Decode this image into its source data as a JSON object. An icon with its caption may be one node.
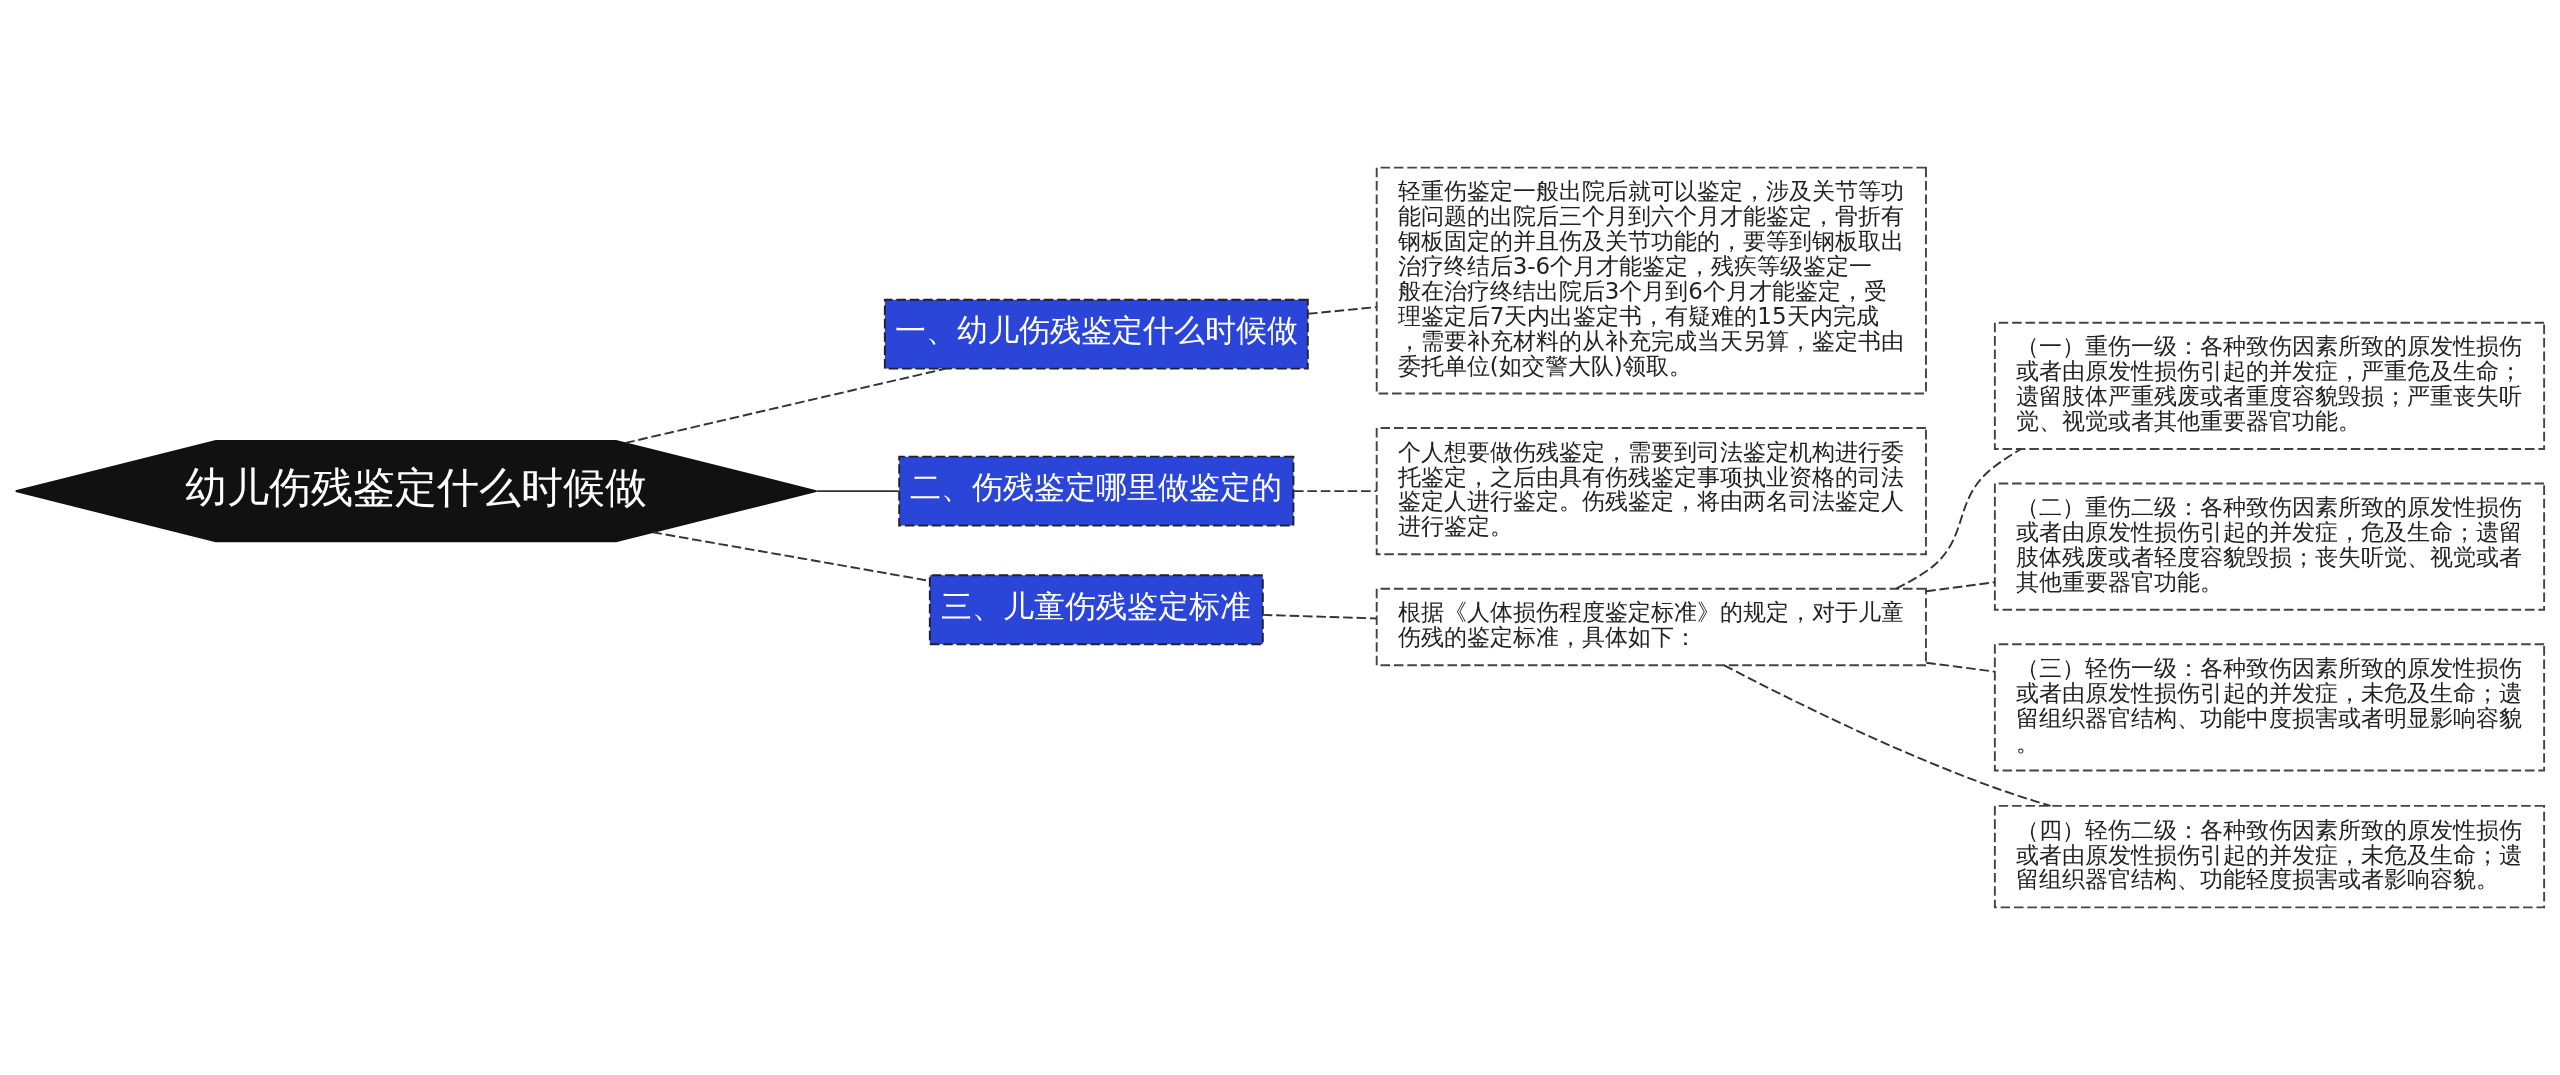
{
  "diagram": {
    "nodes": [
      {
        "text": [
          "幼儿伤残鉴定什么时候做"
        ]
      },
      {
        "text": [
          "一、幼儿伤残鉴定什么时候做"
        ]
      },
      {
        "text": [
          "轻重伤鉴定一般出院后就可以鉴定，涉及关节等功能问题的出院后三个月到六个月才能鉴定，骨折有钢板固定的并且伤及关节功能的，要等到钢板取出治疗终结后3-6个月才能鉴定，残疾等级鉴定一般在治疗终结出院后3个月到6个月才能鉴定，受理鉴定后7天内出鉴定书，有疑难的15天内完成，需要补充材料的从补充完成当天另算，鉴定书由委托单位(如交警大队)领取。"
        ]
      },
      {
        "text": [
          "二、伤残鉴定哪里做鉴定的"
        ]
      },
      {
        "text": [
          "个人想要做伤残鉴定，需要到司法鉴定机构进行委托鉴定，之后由具有伤残鉴定事项执业资格的司法鉴定人进行鉴定。伤残鉴定，将由两名司法鉴定人进行鉴定。"
        ]
      },
      {
        "text": [
          "三、儿童伤残鉴定标准"
        ]
      },
      {
        "text": [
          "根据《人体损伤程度鉴定标准》的规定，对于儿童伤残的鉴定标准，具体如下："
        ]
      },
      {
        "text": [
          "（一）重伤一级：各种致伤因素所致的原发性损伤或者由原发性损伤引起的并发症，严重危及生命；遗留肢体严重残废或者重度容貌毁损；严重丧失听觉、视觉或者其他重要器官功能。"
        ]
      },
      {
        "text": [
          "（二）重伤二级：各种致伤因素所致的原发性损伤或者由原发性损伤引起的并发症，危及生命；遗留肢体残废或者轻度容貌毁损；丧失听觉、视觉或者其他重要器官功能。"
        ]
      },
      {
        "text": [
          "（三）轻伤一级：各种致伤因素所致的原发性损伤或者由原发性损伤引起的并发症，未危及生命；遗留组织器官结构、功能中度损害或者明显影响容貌。"
        ]
      },
      {
        "text": [
          "（四）轻伤二级：各种致伤因素所致的原发性损伤或者由原发性损伤引起的并发症，未危及生命；遗留组织器官结构、功能轻度损害或者影响容貌。"
        ]
      }
    ],
    "edges": [
      {
        "from": 0,
        "to": 1,
        "arrow": "none",
        "style": "dashed"
      },
      {
        "from": 1,
        "to": 2,
        "arrow": "none",
        "style": "dashed"
      },
      {
        "from": 0,
        "to": 3,
        "arrow": "none"
      },
      {
        "from": 3,
        "to": 4,
        "arrow": "none",
        "style": "dashed"
      },
      {
        "from": 0,
        "to": 5,
        "arrow": "none",
        "style": "dashed"
      },
      {
        "from": 5,
        "to": 6,
        "arrow": "none",
        "style": "dashed"
      },
      {
        "from": 6,
        "to": 7,
        "arrow": "none",
        "style": "dashed"
      },
      {
        "from": 6,
        "to": 8,
        "arrow": "none",
        "style": "dashed"
      },
      {
        "from": 6,
        "to": 9,
        "arrow": "none",
        "style": "dashed"
      },
      {
        "from": 6,
        "to": 10,
        "arrow": "none",
        "style": "dashed"
      }
    ]
  }
}
